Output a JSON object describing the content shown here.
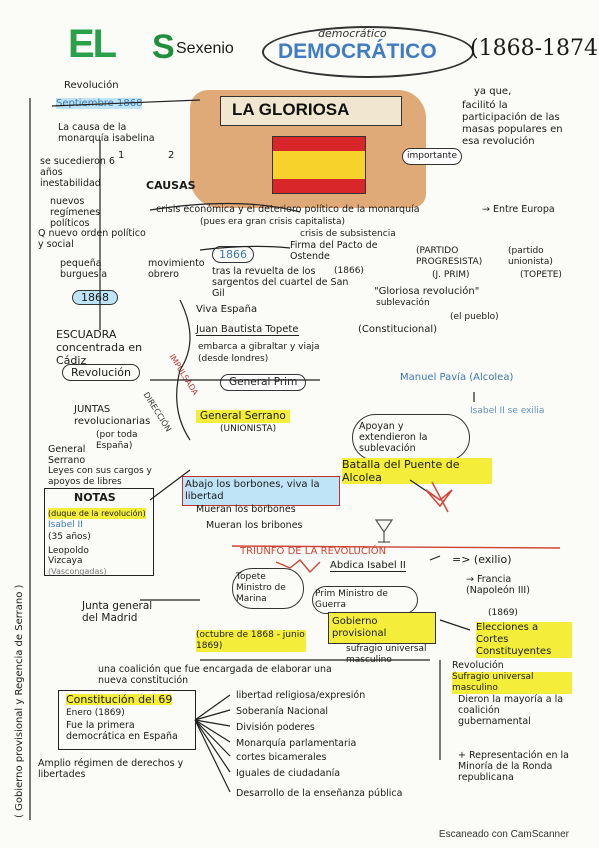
{
  "header": {
    "el": "EL",
    "sexenio": "Sexenio",
    "democratico_small": "democrático",
    "democratico": "DEMOCRÁTICO",
    "years": "(1868-1874)"
  },
  "center_banner": {
    "title": "LA GLORIOSA"
  },
  "top_left": {
    "revolucion": "Revolución",
    "septiembre": "Septiembre 1868",
    "causa": "La causa de la monarquía isabelina",
    "suceden": "se sucedieron 6 años inestabilidad",
    "nuevos": "nuevos regímenes políticos",
    "nuevo_orden": "Q nuevo orden político y social",
    "pequena": "pequeña burguesía",
    "movimiento": "movimiento obrero",
    "causas": "CAUSAS",
    "n1": "1",
    "n2": "2"
  },
  "top_right": {
    "ya_que": "ya que,",
    "facilito": "facilitó la participación de las masas populares en esa revolución",
    "importante": "importante"
  },
  "crisis": {
    "line1": "crisis económica y el deterioro político de la monarquía",
    "line2": "(pues era gran crisis capitalista)",
    "line3": "crisis de subsistencia",
    "entre": "→ Entre Europa"
  },
  "y1866": {
    "label": "1866",
    "tras": "tras la revuelta de los sargentos del cuartel de San Gil",
    "firma": "Firma del Pacto de Ostende",
    "fecha": "(1866)",
    "partido": "(PARTIDO PROGRESISTA)",
    "prim": "(J. PRIM)",
    "partido_unionista": "(partido unionista)",
    "topete": "(TOPETE)",
    "gloriosa": "\"Gloriosa revolución\"",
    "sublevacion": "sublevación",
    "pueblo": "(el pueblo)"
  },
  "y1868": {
    "label": "1868",
    "viva": "Viva España",
    "borbon": "Juan Bautista Topete",
    "constitucional": "(Constitucional)",
    "embarca": "embarca a gibraltar y viaja",
    "desde": "(desde londres)",
    "escuadra": "ESCUADRA concentrada en Cádiz",
    "revolucion": "Revolución",
    "impulsa": "IMPULSADA",
    "direccion": "DIRECCIÓN",
    "general_prim": "General Prim",
    "general_serrano": "General Serrano",
    "unionista": "(UNIONISTA)",
    "apoyan": "Apoyan y extendieron la sublevación",
    "manuel": "Manuel Pavía (Alcolea)",
    "batalla": "Batalla del Puente de Alcolea",
    "isabel": "Isabel II se exilia"
  },
  "juntas": {
    "title": "JUNTAS revolucionarias",
    "sub": "(por toda España)",
    "general": "General Serrano",
    "leyes": "Leyes con sus cargos y apoyos de libres",
    "abajo": "Abajo los borbones, viva la libertad",
    "mueran": "Mueran los borbones",
    "muera": "Mueran los bribones"
  },
  "notas": {
    "title": "NOTAS",
    "l1": "(duque de la revolución)",
    "l2": "Isabel II",
    "l3": "(35 años)",
    "l4": "Leopoldo",
    "l5": "Vizcaya",
    "l6": "(Vascongadas)"
  },
  "triunfo": {
    "title": "TRIUNFO DE LA REVOLUCIÓN",
    "abdica": "Abdica Isabel II",
    "exilio": "=> (exilio)",
    "francia": "→ Francia (Napoleón III)",
    "topete": "Topete Ministro de Marina",
    "prim": "Prim Ministro de Guerra",
    "gobierno": "Gobierno provisional",
    "elecciones": "Elecciones a Cortes Constituyentes",
    "y1869": "(1869)"
  },
  "junta": {
    "title": "Junta general del Madrid",
    "fecha": "(octubre de 1868 - junio 1869)",
    "sufragio": "sufragio universal masculino"
  },
  "constitucion": {
    "intro": "una coalición que fue encargada de elaborar una nueva constitución",
    "box1": "Constitución del 69",
    "box2": "Enero (1869)",
    "fue": "Fue la primera democrática en España",
    "amplio": "Amplio régimen de derechos y libertades",
    "items": [
      "libertad religiosa/expresión",
      "Soberanía Nacional",
      "División poderes",
      "Monarquía parlamentaria",
      "cortes bicamerales",
      "Iguales de ciudadanía",
      "Desarrollo de la enseñanza pública"
    ],
    "right": [
      "Revolución",
      "Sufragio universal masculino",
      "Dieron la mayoría a la coalición gubernamental",
      "+ Representación en la Minoría de la Ronda republicana"
    ]
  },
  "left_vertical": "( Gobierno provisional y Regencia de Serrano )",
  "footer": "Escaneado con CamScanner"
}
